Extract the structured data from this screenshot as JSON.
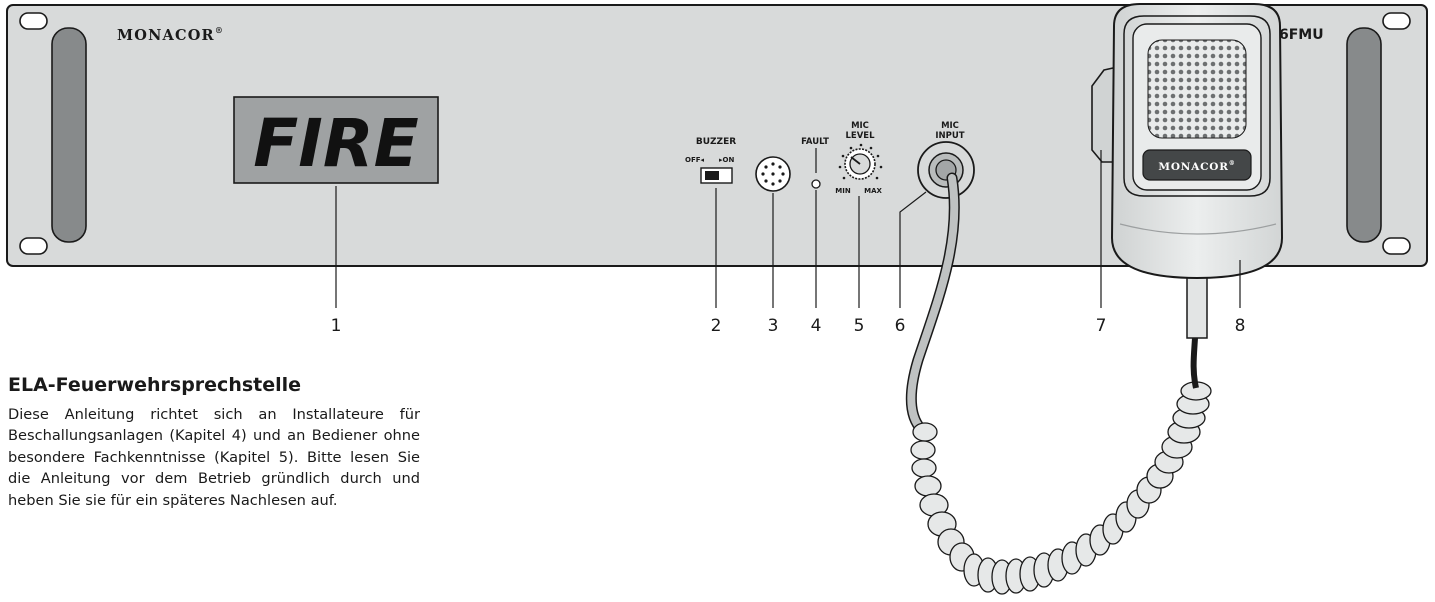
{
  "panel": {
    "brand_left": "MONACOR",
    "brand_left_reg": "®",
    "model": "6FMU",
    "display_text": "FIRE"
  },
  "controls": {
    "buzzer_label": "BUZZER",
    "buzzer_off": "OFF◂",
    "buzzer_on": "▸ON",
    "fault_label": "FAULT",
    "mic_level_line1": "MIC",
    "mic_level_line2": "LEVEL",
    "mic_level_min": "MIN",
    "mic_level_max": "MAX",
    "mic_input_line1": "MIC",
    "mic_input_line2": "INPUT"
  },
  "microphone": {
    "brand": "MONACOR",
    "brand_reg": "®"
  },
  "callouts": [
    "1",
    "2",
    "3",
    "4",
    "5",
    "6",
    "7",
    "8"
  ],
  "manual": {
    "title": "ELA-Feuerwehrsprechstelle",
    "intro": "Diese Anleitung richtet sich an Installateure für Beschallungsanlagen (Kapitel 4) und an Bediener ohne besondere Fachkenntnisse (Kapitel 5). Bitte lesen Sie die Anleitung vor dem Betrieb gründlich durch und heben Sie sie für ein späteres Nachlesen auf."
  },
  "colors": {
    "panel": "#d8dada",
    "handle": "#878a8b",
    "display": "#9fa2a3",
    "outline": "#1a1a1a",
    "mic_body": "#e3e5e5",
    "mic_badge": "#444748"
  }
}
